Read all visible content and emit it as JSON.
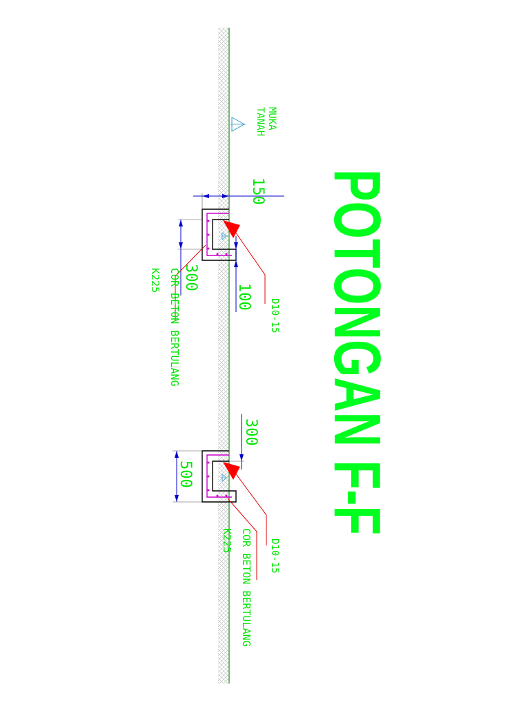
{
  "title": "POTONGAN F-F",
  "ground_label": {
    "line1": "MUKA",
    "line2": "TANAH"
  },
  "section_a": {
    "dim_top": "150",
    "dim_width": "300",
    "dim_depth": "100",
    "rebar": "D10-15",
    "concrete_line1": "COR BETON BERTULANG",
    "concrete_line2": "K225"
  },
  "section_b": {
    "dim_top": "300",
    "dim_width": "500",
    "rebar": "D10-15",
    "concrete_line1": "COR BETON BERTULANG",
    "concrete_line2": "K225"
  },
  "colors": {
    "text_green": "#00e600",
    "title_green": "#00ff1e",
    "dim_blue": "#0000cc",
    "leader_red": "#e00000",
    "rebar_magenta": "#cc00cc",
    "ground_green": "#1a8c1a",
    "water_cyan": "#3399cc"
  }
}
